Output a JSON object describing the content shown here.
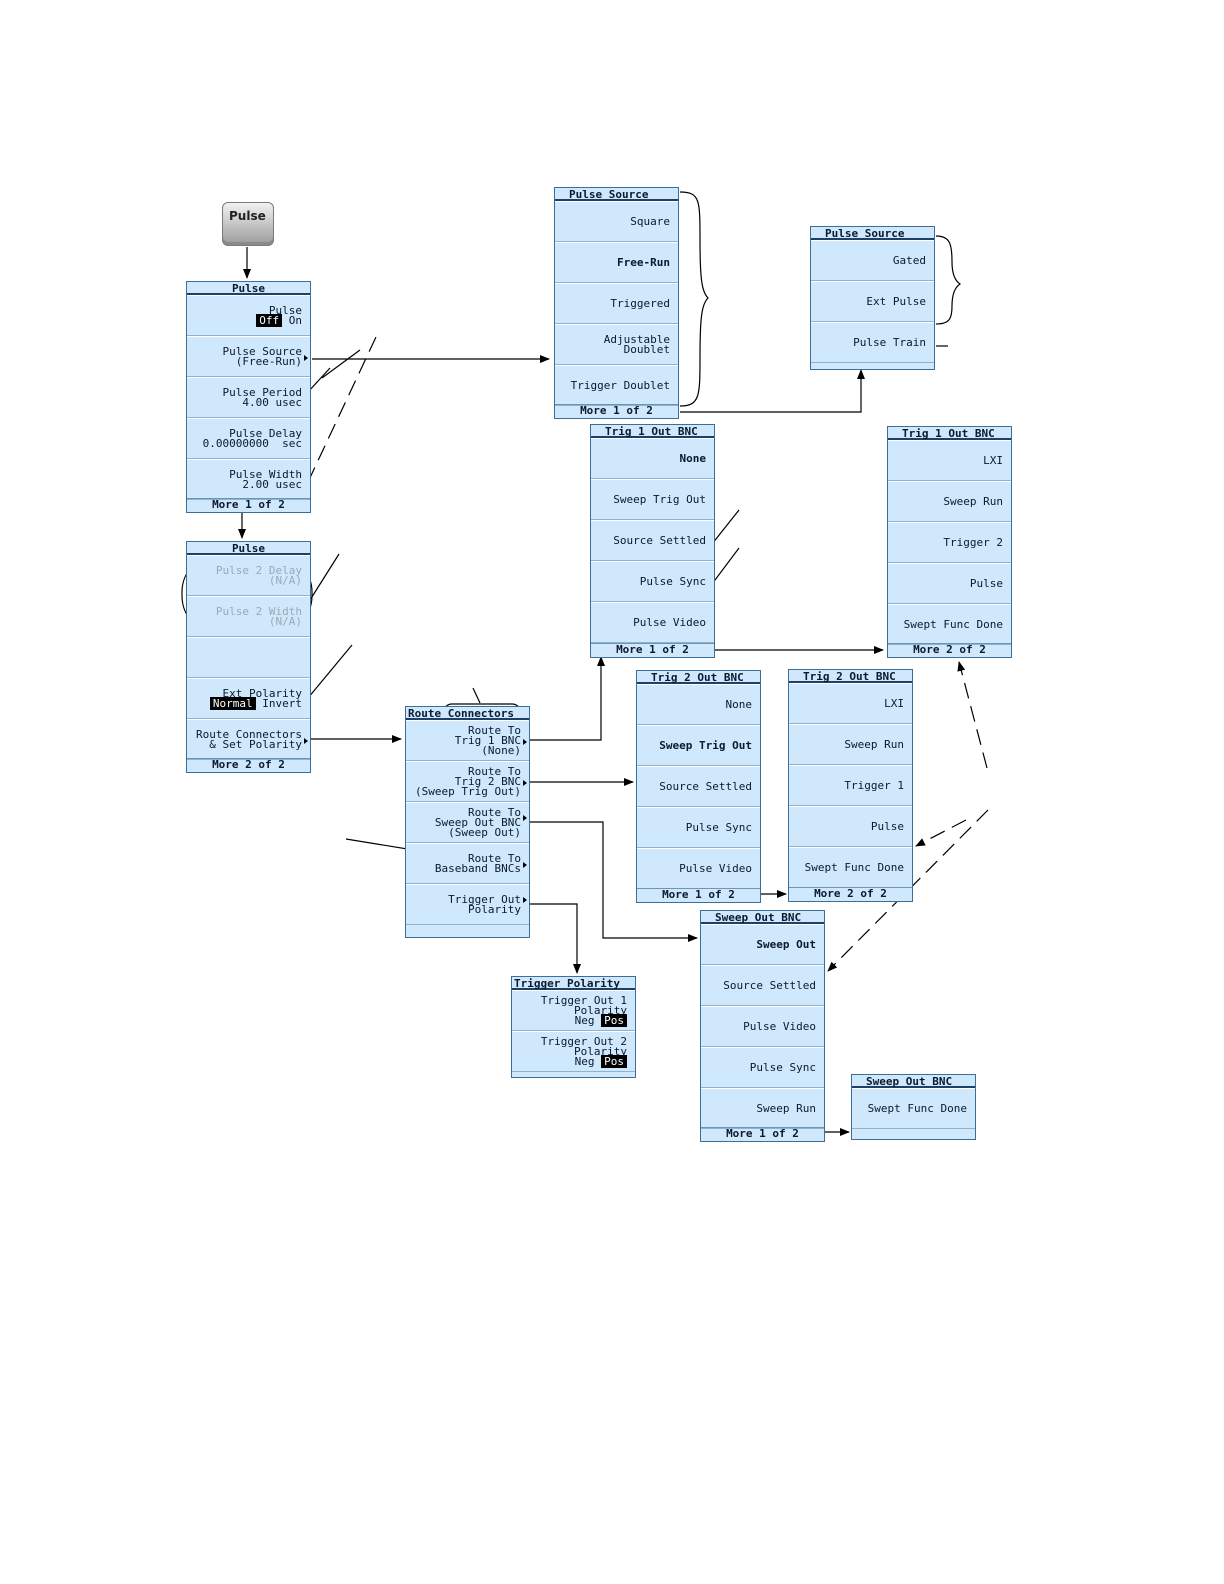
{
  "hardkey": {
    "label": "Pulse"
  },
  "pulse1": {
    "title": "Pulse",
    "k1": {
      "l1": "Pulse",
      "off": "Off",
      "on": "On"
    },
    "k2": {
      "l1": "Pulse Source",
      "l2": "(Free-Run)"
    },
    "k3": {
      "l1": "Pulse Period",
      "l2": "4.00 usec"
    },
    "k4": {
      "l1": "Pulse Delay",
      "l2": "0.00000000  sec"
    },
    "k5": {
      "l1": "Pulse Width",
      "l2": "2.00 usec"
    },
    "footer": "More 1 of 2"
  },
  "pulse2": {
    "title": "Pulse",
    "k1": {
      "l1": "Pulse 2 Delay",
      "l2": "(N/A)"
    },
    "k2": {
      "l1": "Pulse 2 Width",
      "l2": "(N/A)"
    },
    "k4": {
      "l1": "Ext Polarity",
      "normal": "Normal",
      "invert": "Invert"
    },
    "k5": {
      "l1": "Route Connectors",
      "l2": "& Set Polarity"
    },
    "footer": "More 2 of 2"
  },
  "pulse_source1": {
    "title": "Pulse Source",
    "items": [
      "Square",
      "Free-Run",
      "Triggered",
      "Adjustable",
      "Doublet",
      "Trigger Doublet"
    ],
    "footer": "More 1 of 2"
  },
  "pulse_source2": {
    "title": "Pulse Source",
    "items": [
      "Gated",
      "Ext Pulse",
      "Pulse Train"
    ]
  },
  "trig1_a": {
    "title": "Trig 1 Out BNC",
    "items": [
      "None",
      "Sweep Trig Out",
      "Source Settled",
      "Pulse Sync",
      "Pulse Video"
    ],
    "footer": "More 1 of 2"
  },
  "trig1_b": {
    "title": "Trig 1 Out BNC",
    "items": [
      "LXI",
      "Sweep Run",
      "Trigger 2",
      "Pulse",
      "Swept Func Done"
    ],
    "footer": "More 2 of 2"
  },
  "route": {
    "title_a": "Route",
    "title_b": "Connectors",
    "k1": [
      "Route To",
      "Trig 1 BNC",
      "(None)"
    ],
    "k2": [
      "Route To",
      "Trig 2 BNC",
      "(Sweep Trig Out)"
    ],
    "k3": [
      "Route To",
      "Sweep Out BNC",
      "(Sweep Out)"
    ],
    "k4": [
      "Route To",
      "Baseband BNCs"
    ],
    "k5": [
      "Trigger Out",
      "Polarity"
    ]
  },
  "trig2_a": {
    "title": "Trig 2 Out BNC",
    "items": [
      "None",
      "Sweep Trig Out",
      "Source Settled",
      "Pulse Sync",
      "Pulse Video"
    ],
    "footer": "More 1 of 2"
  },
  "trig2_b": {
    "title": "Trig 2 Out BNC",
    "items": [
      "LXI",
      "Sweep Run",
      "Trigger 1",
      "Pulse",
      "Swept Func Done"
    ],
    "footer": "More 2 of 2"
  },
  "trigger_polarity": {
    "title": "Trigger Polarity",
    "k1": [
      "Trigger Out 1",
      "Polarity"
    ],
    "k2": [
      "Trigger Out 2",
      "Polarity"
    ],
    "neg": "Neg",
    "pos": "Pos"
  },
  "sweep_out_a": {
    "title": "Sweep Out BNC",
    "items": [
      "Sweep Out",
      "Source Settled",
      "Pulse Video",
      "Pulse Sync",
      "Sweep Run"
    ],
    "footer": "More 1 of 2"
  },
  "sweep_out_b": {
    "title": "Sweep Out BNC",
    "items": [
      "Swept Func Done"
    ]
  }
}
